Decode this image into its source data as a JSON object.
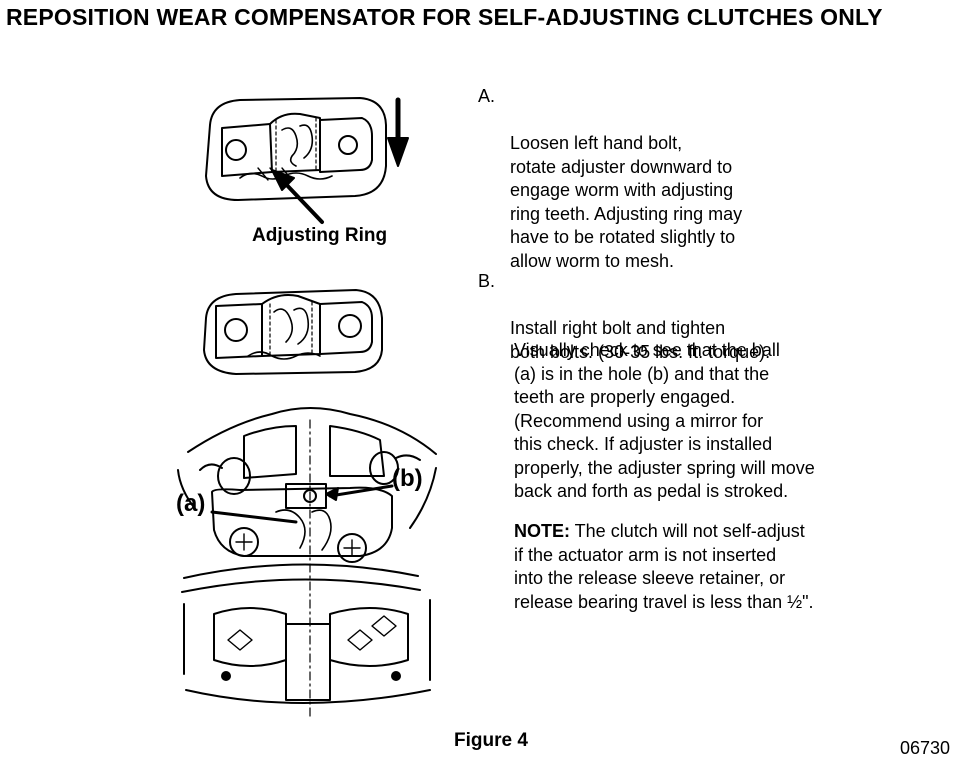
{
  "title": "REPOSITION WEAR COMPENSATOR FOR SELF-ADJUSTING CLUTCHES ONLY",
  "illustration": {
    "adjusting_ring_label": "Adjusting Ring",
    "ball_label": "(a)",
    "hole_label": "(b)",
    "icons": [
      "down-arrow-icon",
      "pointer-arrow-icon"
    ]
  },
  "steps": [
    {
      "letter": "A.",
      "text": "Loosen left hand bolt,\nrotate adjuster downward to\nengage worm with adjusting\nring teeth. Adjusting ring may\nhave to be rotated slightly to\nallow worm to mesh."
    },
    {
      "letter": "B.",
      "text": "Install right bolt and tighten\nboth bolts. (30-35 lbs. ft. torque)."
    }
  ],
  "check_text": "Visually check to see that the ball\n(a) is in the hole (b) and that the\nteeth are properly engaged.\n(Recommend using a mirror for\nthis check. If adjuster is installed\nproperly, the adjuster spring will move\nback and forth as pedal is stroked.",
  "note": {
    "label": "NOTE:",
    "text": " The clutch will not self-adjust\nif the actuator arm is not inserted\ninto the release sleeve retainer, or\nrelease bearing travel is less than ½\"."
  },
  "figure_caption": "Figure 4",
  "code": "06730"
}
